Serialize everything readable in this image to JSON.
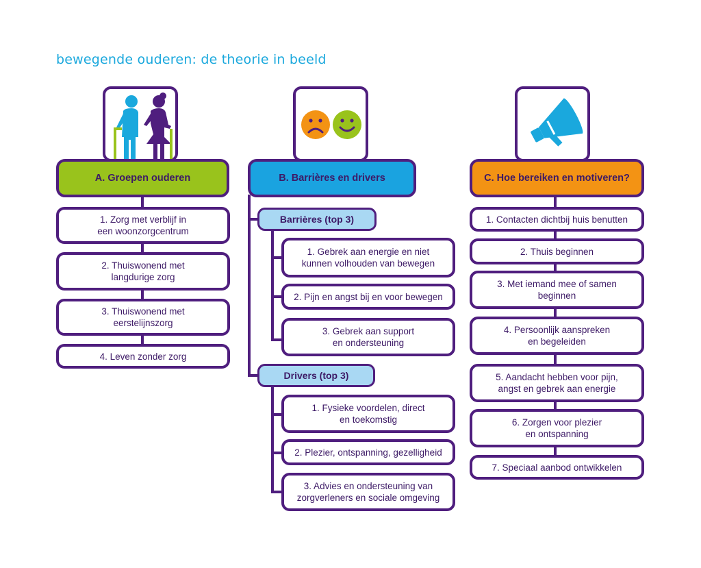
{
  "title": "bewegende ouderen: de theorie in beeld",
  "colors": {
    "outline": "#4f1e7e",
    "title": "#1aa8dd",
    "green": "#99c31c",
    "blue": "#1aa3e0",
    "orange": "#f39314",
    "light_blue": "#a9d8f3",
    "text": "#3d1a66"
  },
  "columns": {
    "a": {
      "header": "A. Groepen ouderen",
      "icon": "elderly-couple-icon",
      "items": [
        "1. Zorg met verblijf in\neen woonzorgcentrum",
        "2. Thuiswonend met\nlangdurige zorg",
        "3. Thuiswonend met\neerstelijnszorg",
        "4. Leven zonder zorg"
      ]
    },
    "b": {
      "header": "B. Barrières en drivers",
      "icon": "sad-happy-faces-icon",
      "barrieres": {
        "title": "Barrières (top 3)",
        "items": [
          "1. Gebrek aan energie en niet\nkunnen volhouden van bewegen",
          "2. Pijn en angst bij en voor bewegen",
          "3. Gebrek aan support\nen ondersteuning"
        ]
      },
      "drivers": {
        "title": "Drivers (top 3)",
        "items": [
          "1. Fysieke voordelen, direct\nen toekomstig",
          "2. Plezier, ontspanning, gezelligheid",
          "3. Advies en ondersteuning van\nzorgverleners en sociale omgeving"
        ]
      }
    },
    "c": {
      "header": "C. Hoe bereiken en motiveren?",
      "icon": "megaphone-icon",
      "items": [
        "1. Contacten dichtbij huis benutten",
        "2. Thuis beginnen",
        "3. Met iemand mee of samen\nbeginnen",
        "4. Persoonlijk aanspreken\nen begeleiden",
        "5. Aandacht hebben voor pijn,\nangst en gebrek aan energie",
        "6. Zorgen voor plezier\nen ontspanning",
        "7. Speciaal aanbod ontwikkelen"
      ]
    }
  }
}
